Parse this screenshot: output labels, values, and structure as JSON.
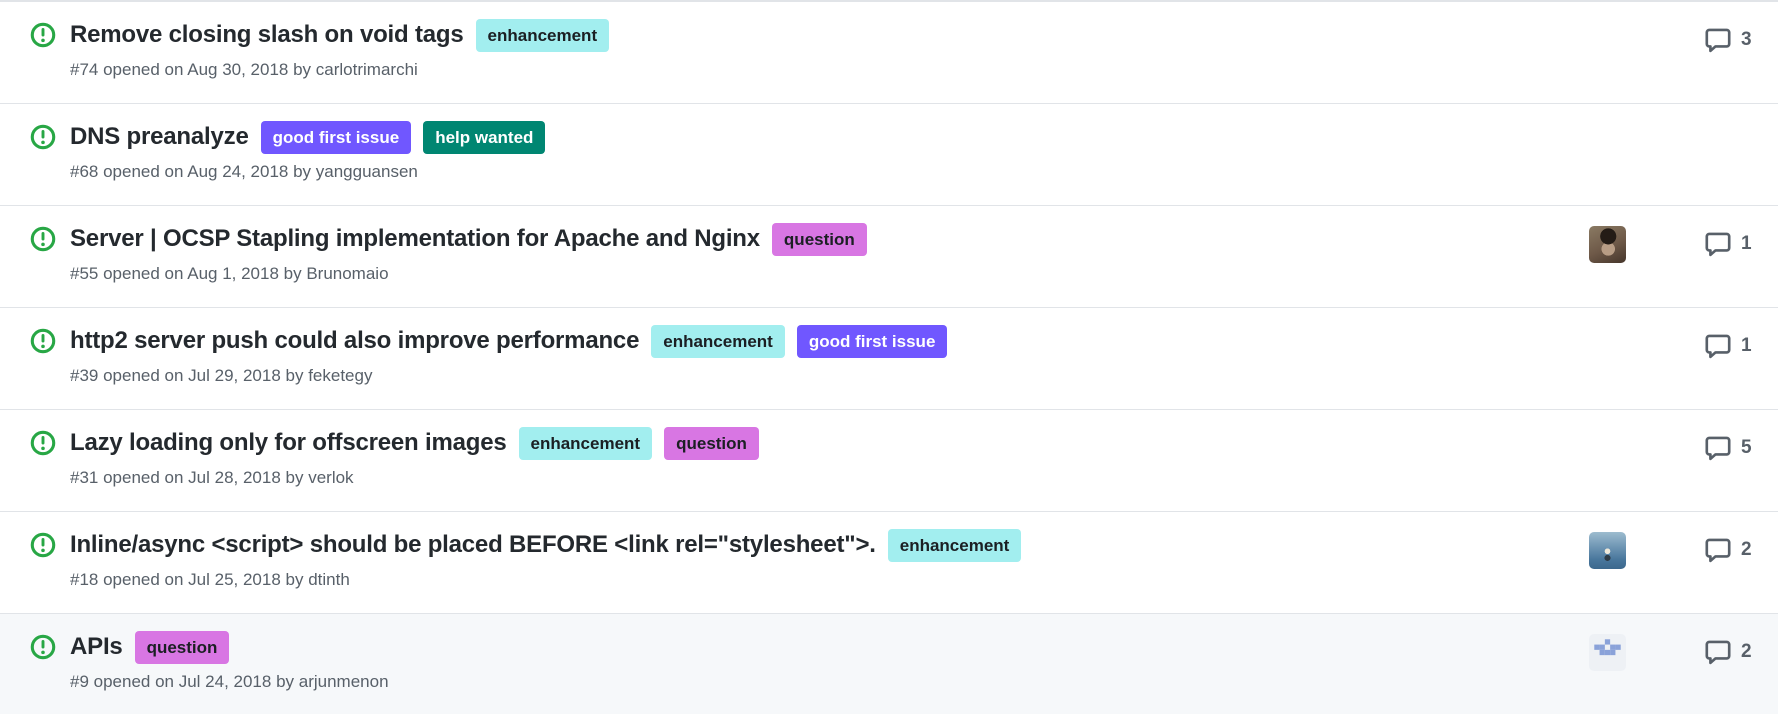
{
  "colors": {
    "open_issue_icon": "#28a745",
    "title_text": "#24292e",
    "meta_text": "#586069",
    "row_border": "#e1e4e8",
    "highlight_row_bg": "#f6f8fa",
    "comment_icon": "#586069",
    "identicon_bg": "#eef1f5",
    "identicon_fg": "#8aa2d9"
  },
  "label_styles": {
    "enhancement": {
      "bg": "#a2eeef",
      "fg": "#1b1f23"
    },
    "good first issue": {
      "bg": "#7057ff",
      "fg": "#ffffff"
    },
    "help wanted": {
      "bg": "#008672",
      "fg": "#ffffff"
    },
    "question": {
      "bg": "#d876e3",
      "fg": "#1b1f23"
    }
  },
  "issues": [
    {
      "state": "open",
      "title": "Remove closing slash on void tags",
      "labels": [
        "enhancement"
      ],
      "meta": "#74 opened on Aug 30, 2018 by carlotrimarchi",
      "comments": "3",
      "avatar": null,
      "highlighted": false
    },
    {
      "state": "open",
      "title": "DNS preanalyze",
      "labels": [
        "good first issue",
        "help wanted"
      ],
      "meta": "#68 opened on Aug 24, 2018 by yangguansen",
      "comments": null,
      "avatar": null,
      "highlighted": false
    },
    {
      "state": "open",
      "title": "Server | OCSP Stapling implementation for Apache and Nginx",
      "labels": [
        "question"
      ],
      "meta": "#55 opened on Aug 1, 2018 by Brunomaio",
      "comments": "1",
      "avatar": "portrait-photo",
      "highlighted": false
    },
    {
      "state": "open",
      "title": "http2 server push could also improve performance",
      "labels": [
        "enhancement",
        "good first issue"
      ],
      "meta": "#39 opened on Jul 29, 2018 by feketegy",
      "comments": "1",
      "avatar": null,
      "highlighted": false
    },
    {
      "state": "open",
      "title": "Lazy loading only for offscreen images",
      "labels": [
        "enhancement",
        "question"
      ],
      "meta": "#31 opened on Jul 28, 2018 by verlok",
      "comments": "5",
      "avatar": null,
      "highlighted": false
    },
    {
      "state": "open",
      "title": "Inline/async <script> should be placed BEFORE <link rel=\"stylesheet\">.",
      "labels": [
        "enhancement"
      ],
      "meta": "#18 opened on Jul 25, 2018 by dtinth",
      "comments": "2",
      "avatar": "beach-photo",
      "highlighted": false
    },
    {
      "state": "open",
      "title": "APIs",
      "labels": [
        "question"
      ],
      "meta": "#9 opened on Jul 24, 2018 by arjunmenon",
      "comments": "2",
      "avatar": "identicon",
      "highlighted": true
    }
  ]
}
